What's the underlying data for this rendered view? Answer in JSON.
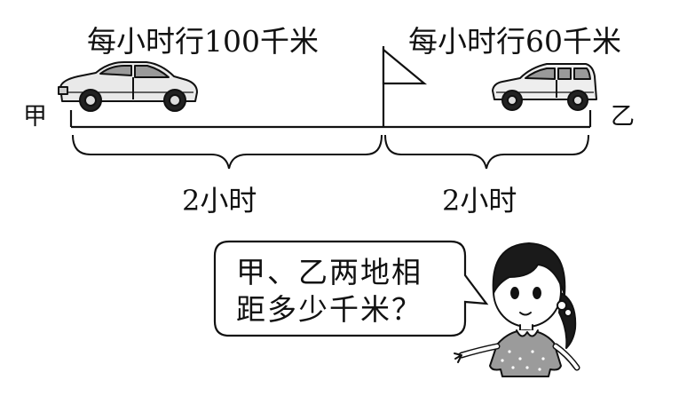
{
  "labels": {
    "speed_left": "每小时行100千米",
    "speed_right": "每小时行60千米",
    "place_a": "甲",
    "place_b": "乙",
    "time_left": "2小时",
    "time_right": "2小时"
  },
  "speech": {
    "line1": "甲、乙两地相",
    "line2": "距多少千米？"
  },
  "icons": {
    "car_left": "sedan-car-icon",
    "car_right": "hatchback-car-icon",
    "flag": "flag-icon",
    "girl": "girl-figure"
  }
}
